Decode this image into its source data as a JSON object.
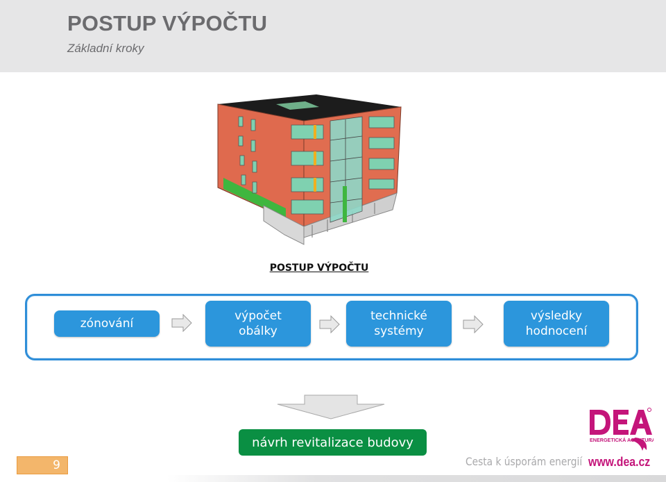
{
  "header": {
    "title": "POSTUP VÝPOČTU",
    "subtitle": "Základní kroky"
  },
  "illustration": {
    "icon": "building-3d-model-icon"
  },
  "flow": {
    "heading": "POSTUP VÝPOČTU",
    "steps": [
      {
        "lines": [
          "zónování"
        ]
      },
      {
        "lines": [
          "výpočet",
          "obálky"
        ]
      },
      {
        "lines": [
          "technické",
          "systémy"
        ]
      },
      {
        "lines": [
          "výsledky",
          "hodnocení"
        ]
      }
    ]
  },
  "result": {
    "label": "návrh revitalizace budovy"
  },
  "footer": {
    "page_number": "9",
    "slogan": "Cesta k úsporám energií",
    "logo_icon": "dea-energeticka-agentura-logo-icon",
    "logo_text": "ENERGETICKÁ AGENTURA",
    "url": "www.dea.cz"
  },
  "colors": {
    "header_bg": "#e6e6e7",
    "step_blue": "#2c96dc",
    "frame_blue": "#2f8ed8",
    "result_green": "#0a8f43",
    "page_badge": "#f3b66b",
    "brand_magenta": "#c4157a"
  }
}
